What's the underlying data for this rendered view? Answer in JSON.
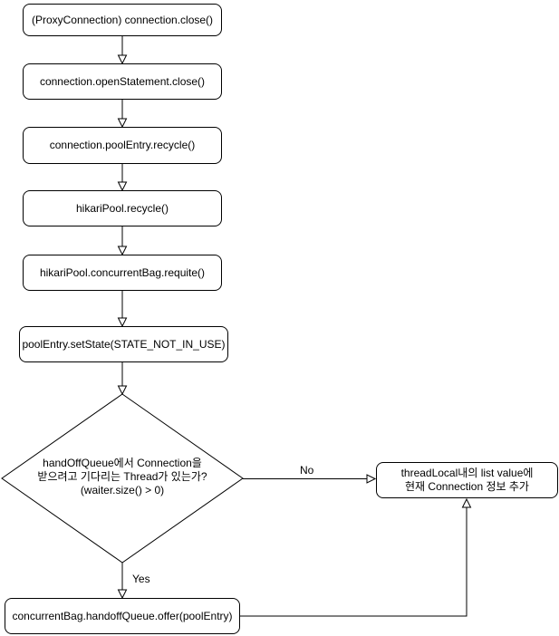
{
  "diagram": {
    "nodes": {
      "proxy_close": {
        "label": "(ProxyConnection) connection.close()"
      },
      "open_stmt_close": {
        "label": "connection.openStatement.close()"
      },
      "poolentry_recycle": {
        "label": "connection.poolEntry.recycle()"
      },
      "hikaripool_recycle": {
        "label": "hikariPool.recycle()"
      },
      "requite": {
        "label": "hikariPool.concurrentBag.requite()"
      },
      "setstate": {
        "label": "poolEntry.setState(STATE_NOT_IN_USE)"
      },
      "decision": {
        "label": "handOffQueue에서 Connection을\n받으려고 기다리는 Thread가 있는가?\n(waiter.size() > 0)"
      },
      "threadlocal_add": {
        "label": "threadLocal내의 list value에\n현재 Connection 정보 추가"
      },
      "handoff_offer": {
        "label": "concurrentBag.handoffQueue.offer(poolEntry)"
      }
    },
    "edge_labels": {
      "yes": "Yes",
      "no": "No"
    },
    "colors": {
      "stroke": "#000000",
      "node_fill": "#ffffff",
      "background": "#ffffff"
    }
  }
}
